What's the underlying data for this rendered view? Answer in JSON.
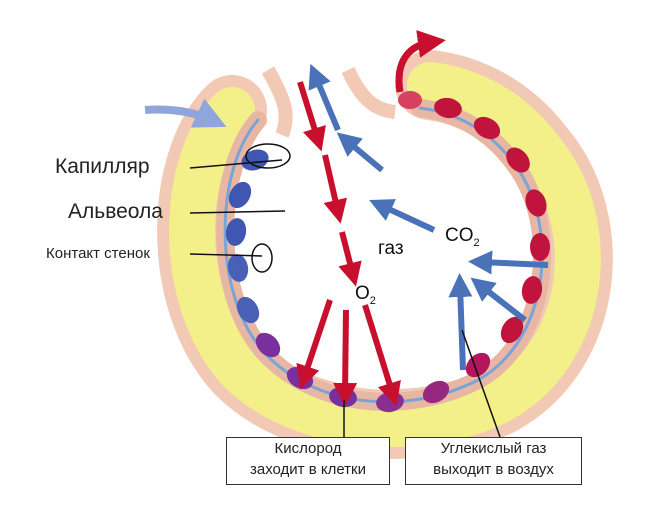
{
  "labels": {
    "capillary": "Капилляр",
    "alveolus": "Альвеола",
    "wall_contact": "Контакт стенок"
  },
  "inside": {
    "gas": "газ",
    "o2_main": "O",
    "o2_sub": "2",
    "co2_main": "CO",
    "co2_sub": "2"
  },
  "captions": {
    "oxygen_line1": "Кислород",
    "oxygen_line2": "заходит в клетки",
    "co2_line1": "Углекислый газ",
    "co2_line2": "выходит в воздух"
  },
  "colors": {
    "oxygen_arrow": "#c8102e",
    "co2_arrow": "#4a72b8",
    "plasma": "#f3f08a",
    "wall": "#f2c9b4",
    "oxygenated_cell": "#c0143c",
    "deoxygenated_cell": "#3f57b0",
    "mixed_cell": "#7a2f9e"
  }
}
